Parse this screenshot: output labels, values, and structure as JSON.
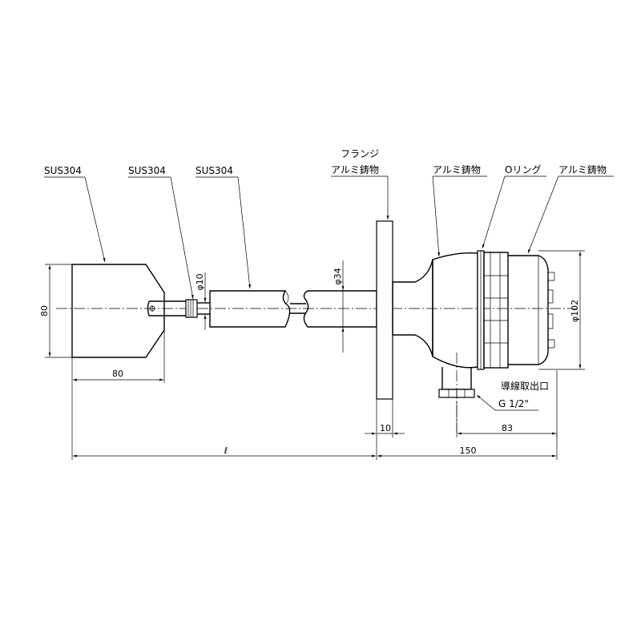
{
  "labels": {
    "sus304_a": "SUS304",
    "sus304_b": "SUS304",
    "sus304_c": "SUS304",
    "flange_line1": "フランジ",
    "flange_line2": "アルミ鋳物",
    "housing_a": "アルミ鋳物",
    "oring": "Oリング",
    "housing_b": "アルミ鋳物",
    "cable_entry": "導線取出口",
    "thread": "G 1/2\""
  },
  "dimensions": {
    "blade_height": "80",
    "blade_width": "80",
    "shaft_dia": "φ10",
    "pipe_dia": "φ34",
    "housing_dia": "φ102",
    "flange_thk": "10",
    "entry_offset": "83",
    "head_length": "150",
    "insertion_length": "ℓ"
  }
}
